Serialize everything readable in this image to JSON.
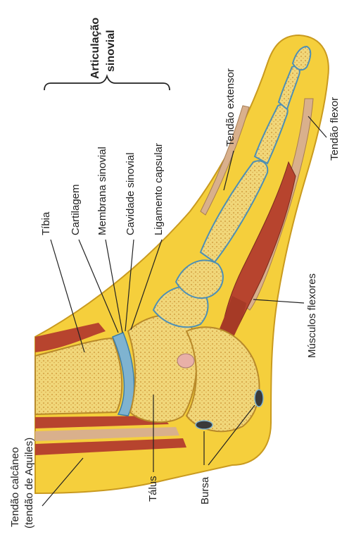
{
  "title": {
    "line1": "Articulação",
    "line2": "sinovial"
  },
  "labels": {
    "tibia": "Tíbia",
    "cartilagem": "Cartilagem",
    "membrana": "Membrana sinovial",
    "cavidade": "Cavidade sinovial",
    "ligamento": "Ligamento capsular",
    "tendao_extensor": "Tendão extensor",
    "tendao_flexor": "Tendão flexor",
    "musculos_flexores": "Músculos flexores",
    "talus": "Tálus",
    "bursa": "Bursa",
    "calcaneo_line1": "Tendão calcâneo",
    "calcaneo_line2": "(tendão de Aquiles)"
  },
  "colors": {
    "bone": "#f1d77a",
    "bone_spots": "#d8a84a",
    "fat": "#f5cf3c",
    "muscle": "#b7442e",
    "tendon": "#d9b08c",
    "cartilage": "#7fb3d0",
    "skin": "#e8b64c"
  }
}
